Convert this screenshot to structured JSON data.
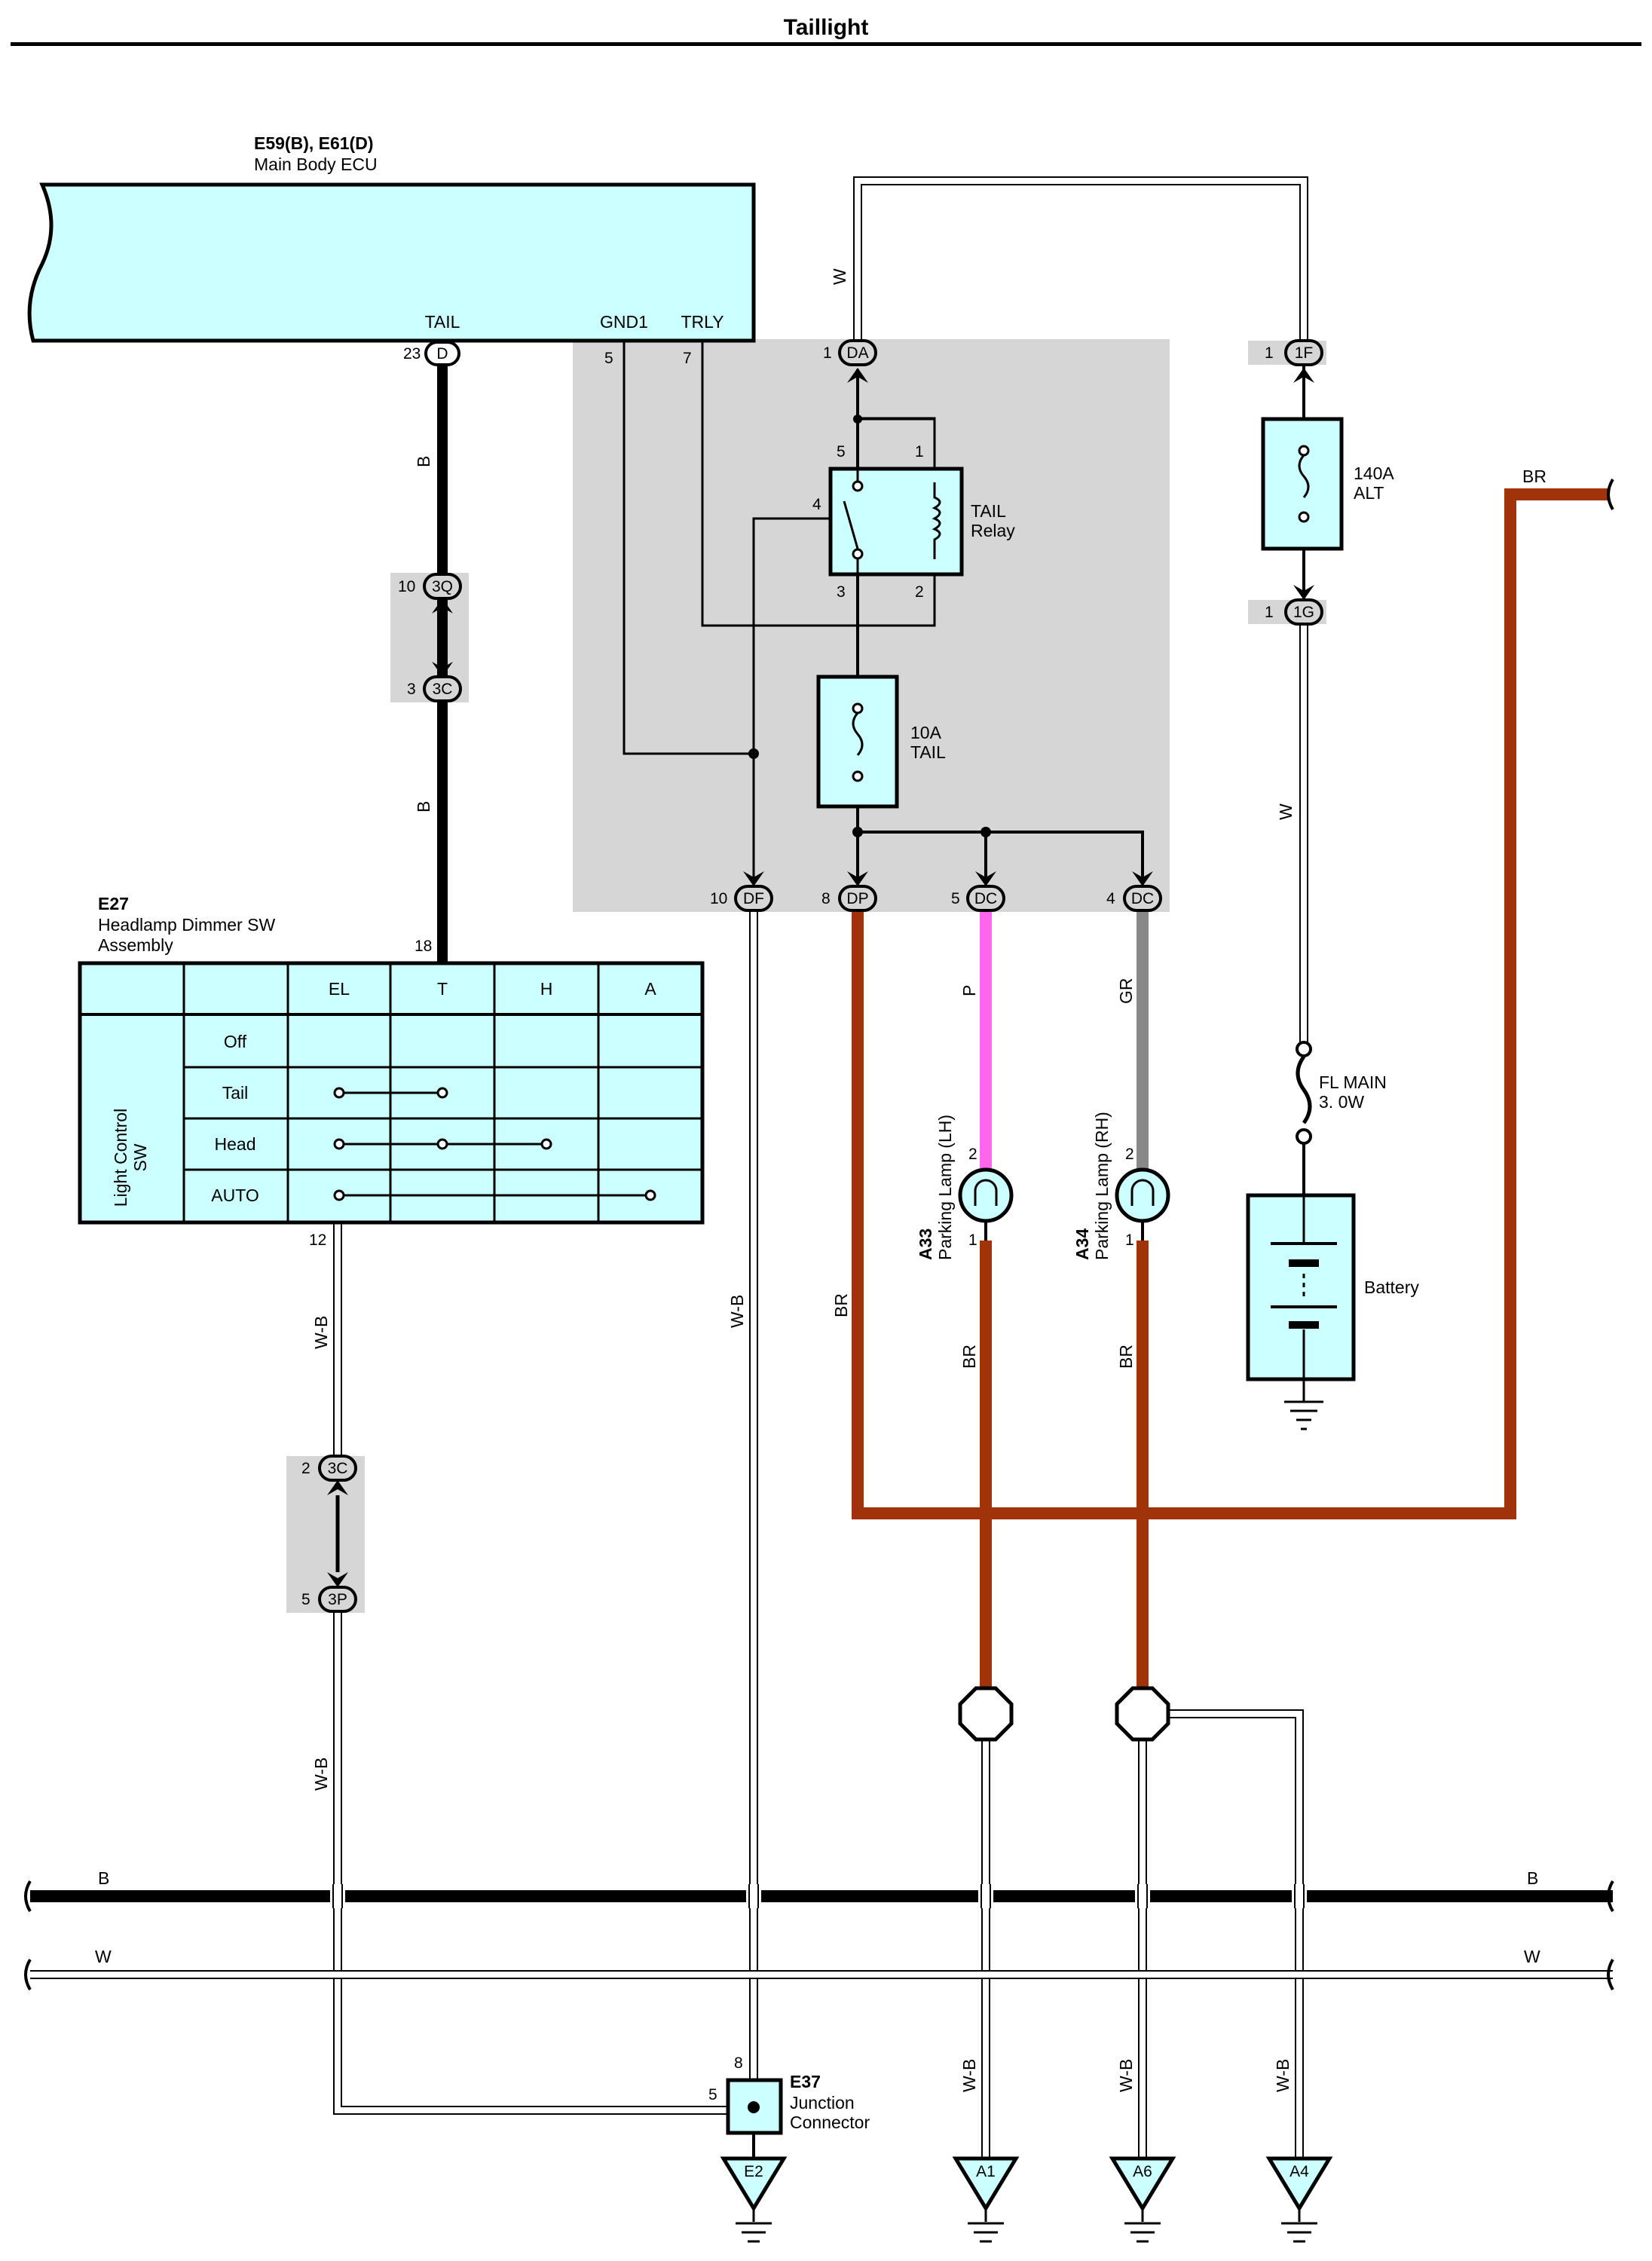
{
  "title": "Taillight",
  "ecu": {
    "id": "E59(B), E61(D)",
    "name": "Main Body ECU",
    "terminals": [
      "TAIL",
      "GND1",
      "TRLY"
    ]
  },
  "relay": {
    "name_line1": "TAIL",
    "name_line2": "Relay"
  },
  "fuses": {
    "tail": {
      "rating": "10A",
      "name": "TAIL"
    },
    "alt": {
      "rating": "140A",
      "name": "ALT"
    },
    "fl_main": {
      "name": "FL MAIN",
      "rating": "3. 0W"
    }
  },
  "battery": {
    "label": "Battery"
  },
  "switch": {
    "id": "E27",
    "name_line1": "Headlamp Dimmer SW",
    "name_line2": "Assembly",
    "group_line1": "Light Control",
    "group_line2": "SW",
    "columns": [
      "EL",
      "T",
      "H",
      "A"
    ],
    "rows": [
      "Off",
      "Tail",
      "Head",
      "AUTO"
    ]
  },
  "lamps": {
    "lh": {
      "id": "A33",
      "name": "Parking Lamp (LH)"
    },
    "rh": {
      "id": "A34",
      "name": "Parking Lamp (RH)"
    }
  },
  "junction": {
    "id": "E37",
    "name_line1": "Junction",
    "name_line2": "Connector"
  },
  "connectors": {
    "d": "D",
    "da": "DA",
    "f1": "1F",
    "g1": "1G",
    "q3": "3Q",
    "c3": "3C",
    "df": "DF",
    "dp": "DP",
    "dc": "DC",
    "p3": "3P"
  },
  "grounds": [
    "E2",
    "A1",
    "A6",
    "A4"
  ],
  "pins": [
    "23",
    "5",
    "7",
    "1",
    "1",
    "1",
    "5",
    "1",
    "4",
    "3",
    "2",
    "10",
    "3",
    "10",
    "8",
    "5",
    "4",
    "18",
    "2",
    "1",
    "2",
    "1",
    "12",
    "2",
    "5",
    "8",
    "5"
  ],
  "wire_colors": {
    "black": "B",
    "white": "W",
    "brown": "BR",
    "pink": "P",
    "gray": "GR",
    "white_black": "W-B"
  },
  "colors": {
    "component_fill": "#ccffff",
    "box_gray": "#d6d6d6",
    "brown_wire": "#a0330a",
    "pink_wire": "#ff66ee",
    "gray_wire": "#888888"
  }
}
